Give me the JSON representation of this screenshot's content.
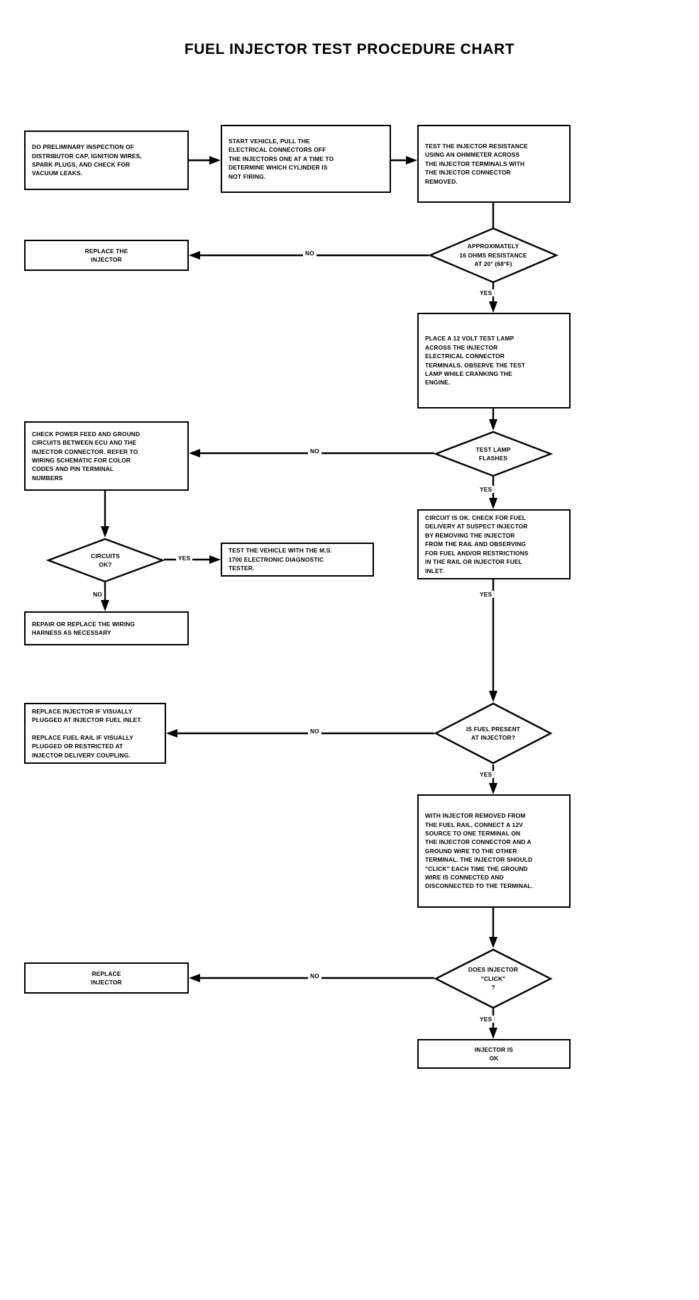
{
  "title": "FUEL INJECTOR TEST PROCEDURE CHART",
  "chart_data": {
    "type": "flowchart",
    "title": "FUEL INJECTOR TEST PROCEDURE CHART",
    "orientation": "top-to-bottom with left branches",
    "nodes": [
      {
        "id": "n1",
        "shape": "process",
        "text": "DO PRELIMINARY INSPECTION OF\nDISTRIBUTOR CAP, IGNITION WIRES,\nSPARK PLUGS, AND CHECK FOR\nVACUUM LEAKS."
      },
      {
        "id": "n2",
        "shape": "process",
        "text": "START VEHICLE, PULL THE\nELECTRICAL CONNECTORS OFF\nTHE INJECTORS ONE AT A TIME TO\nDETERMINE WHICH CYLINDER IS\nNOT FIRING."
      },
      {
        "id": "n3",
        "shape": "process",
        "text": "TEST THE INJECTOR RESISTANCE\nUSING AN OHMMETER ACROSS\nTHE INJECTOR TERMINALS WITH\nTHE INJECTOR CONNECTOR\nREMOVED."
      },
      {
        "id": "d1",
        "shape": "decision",
        "text": "APPROXIMATELY\n16 OHMS RESISTANCE\nAT 20° (68°F)"
      },
      {
        "id": "n4",
        "shape": "process",
        "text": "REPLACE THE\nINJECTOR"
      },
      {
        "id": "n5",
        "shape": "process",
        "text": "PLACE A 12 VOLT TEST LAMP\nACROSS THE INJECTOR\nELECTRICAL CONNECTOR\nTERMINALS. OBSERVE THE TEST\nLAMP WHILE CRANKING THE\nENGINE."
      },
      {
        "id": "d2",
        "shape": "decision",
        "text": "TEST LAMP\nFLASHES"
      },
      {
        "id": "n6",
        "shape": "process",
        "text": "CHECK POWER FEED AND GROUND\nCIRCUITS BETWEEN ECU AND THE\nINJECTOR CONNECTOR. REFER TO\nWIRING SCHEMATIC FOR COLOR\nCODES AND PIN TERMINAL\nNUMBERS"
      },
      {
        "id": "d3",
        "shape": "decision",
        "text": "CIRCUITS\nOK?"
      },
      {
        "id": "n7",
        "shape": "process",
        "text": "TEST THE VEHICLE WITH THE M.S.\n1700 ELECTRONIC DIAGNOSTIC\nTESTER."
      },
      {
        "id": "n8",
        "shape": "process",
        "text": "REPAIR OR REPLACE THE WIRING\nHARNESS AS NECESSARY"
      },
      {
        "id": "n9",
        "shape": "process",
        "text": "CIRCUIT IS OK. CHECK FOR FUEL\nDELIVERY AT SUSPECT INJECTOR\nBY REMOVING THE INJECTOR\nFROM THE RAIL AND OBSERVING\nFOR FUEL AND/OR RESTRICTIONS\nIN THE RAIL OR INJECTOR FUEL\nINLET."
      },
      {
        "id": "d4",
        "shape": "decision",
        "text": "IS FUEL PRESENT\nAT INJECTOR?"
      },
      {
        "id": "n10",
        "shape": "process",
        "text": "REPLACE INJECTOR IF VISUALLY\nPLUGGED AT INJECTOR FUEL INLET.\n\nREPLACE FUEL RAIL IF VISUALLY\nPLUGGED OR RESTRICTED AT\nINJECTOR DELIVERY COUPLING."
      },
      {
        "id": "n11",
        "shape": "process",
        "text": "WITH INJECTOR REMOVED FROM\nTHE FUEL RAIL, CONNECT A 12V\nSOURCE TO ONE TERMINAL ON\nTHE INJECTOR CONNECTOR AND A\nGROUND WIRE TO THE OTHER\nTERMINAL. THE INJECTOR SHOULD\n\"CLICK\" EACH TIME THE GROUND\nWIRE IS CONNECTED AND\nDISCONNECTED TO THE TERMINAL."
      },
      {
        "id": "d5",
        "shape": "decision",
        "text": "DOES INJECTOR\n\"CLICK\"\n?"
      },
      {
        "id": "n12",
        "shape": "process",
        "text": "REPLACE\nINJECTOR"
      },
      {
        "id": "n13",
        "shape": "process",
        "text": "INJECTOR IS\nOK"
      }
    ],
    "edges": [
      {
        "from": "n1",
        "to": "n2",
        "label": ""
      },
      {
        "from": "n2",
        "to": "n3",
        "label": ""
      },
      {
        "from": "n3",
        "to": "d1",
        "label": ""
      },
      {
        "from": "d1",
        "to": "n4",
        "label": "NO"
      },
      {
        "from": "d1",
        "to": "n5",
        "label": "YES"
      },
      {
        "from": "n5",
        "to": "d2",
        "label": ""
      },
      {
        "from": "d2",
        "to": "n6",
        "label": "NO"
      },
      {
        "from": "d2",
        "to": "n9",
        "label": "YES"
      },
      {
        "from": "n6",
        "to": "d3",
        "label": ""
      },
      {
        "from": "d3",
        "to": "n7",
        "label": "YES"
      },
      {
        "from": "d3",
        "to": "n8",
        "label": "NO"
      },
      {
        "from": "n9",
        "to": "d4",
        "label": "YES"
      },
      {
        "from": "d4",
        "to": "n10",
        "label": "NO"
      },
      {
        "from": "d4",
        "to": "n11",
        "label": "YES"
      },
      {
        "from": "n11",
        "to": "d5",
        "label": ""
      },
      {
        "from": "d5",
        "to": "n12",
        "label": "NO"
      },
      {
        "from": "d5",
        "to": "n13",
        "label": "YES"
      }
    ]
  },
  "nodes": {
    "n1": "DO PRELIMINARY INSPECTION OF\nDISTRIBUTOR CAP, IGNITION WIRES,\nSPARK PLUGS, AND CHECK FOR\nVACUUM LEAKS.",
    "n2": "START VEHICLE, PULL THE\nELECTRICAL CONNECTORS OFF\nTHE INJECTORS ONE AT A TIME TO\nDETERMINE WHICH CYLINDER IS\nNOT FIRING.",
    "n3": "TEST THE INJECTOR RESISTANCE\nUSING AN OHMMETER ACROSS\nTHE INJECTOR TERMINALS WITH\nTHE INJECTOR CONNECTOR\nREMOVED.",
    "d1": "APPROXIMATELY\n16 OHMS RESISTANCE\nAT 20° (68°F)",
    "n4": "REPLACE THE\nINJECTOR",
    "n5": "PLACE A 12 VOLT TEST LAMP\nACROSS THE INJECTOR\nELECTRICAL CONNECTOR\nTERMINALS. OBSERVE THE TEST\nLAMP WHILE CRANKING THE\nENGINE.",
    "d2": "TEST LAMP\nFLASHES",
    "n6": "CHECK POWER FEED AND GROUND\nCIRCUITS BETWEEN ECU AND THE\nINJECTOR CONNECTOR. REFER TO\nWIRING SCHEMATIC FOR COLOR\nCODES AND PIN TERMINAL\nNUMBERS",
    "d3": "CIRCUITS\nOK?",
    "n7": "TEST THE VEHICLE WITH THE M.S.\n1700 ELECTRONIC DIAGNOSTIC\nTESTER.",
    "n8": "REPAIR OR REPLACE THE WIRING\nHARNESS AS NECESSARY",
    "n9": "CIRCUIT IS OK. CHECK FOR FUEL\nDELIVERY AT SUSPECT INJECTOR\nBY REMOVING THE INJECTOR\nFROM THE RAIL AND OBSERVING\nFOR FUEL AND/OR RESTRICTIONS\nIN THE RAIL OR INJECTOR FUEL\nINLET.",
    "d4": "IS FUEL PRESENT\nAT INJECTOR?",
    "n10": "REPLACE INJECTOR IF VISUALLY\nPLUGGED AT INJECTOR FUEL INLET.\n\nREPLACE FUEL RAIL IF VISUALLY\nPLUGGED OR RESTRICTED AT\nINJECTOR DELIVERY COUPLING.",
    "n11": "WITH INJECTOR REMOVED FROM\nTHE FUEL RAIL, CONNECT A 12V\nSOURCE TO ONE TERMINAL ON\nTHE INJECTOR CONNECTOR AND A\nGROUND WIRE TO THE OTHER\nTERMINAL. THE INJECTOR SHOULD\n\"CLICK\" EACH TIME THE GROUND\nWIRE IS CONNECTED AND\nDISCONNECTED TO THE TERMINAL.",
    "d5": "DOES INJECTOR\n\"CLICK\"\n?",
    "n12": "REPLACE\nINJECTOR",
    "n13": "INJECTOR IS\nOK"
  },
  "edge_labels": {
    "d1_no": "NO",
    "d1_yes": "YES",
    "d2_no": "NO",
    "d2_yes": "YES",
    "d3_yes": "YES",
    "d3_no": "NO",
    "d4_no": "NO",
    "d4_yes": "YES",
    "n9_yes": "YES",
    "d5_no": "NO",
    "d5_yes": "YES"
  },
  "colors": {
    "stroke": "#000000",
    "background": "#ffffff",
    "text": "#000000"
  }
}
